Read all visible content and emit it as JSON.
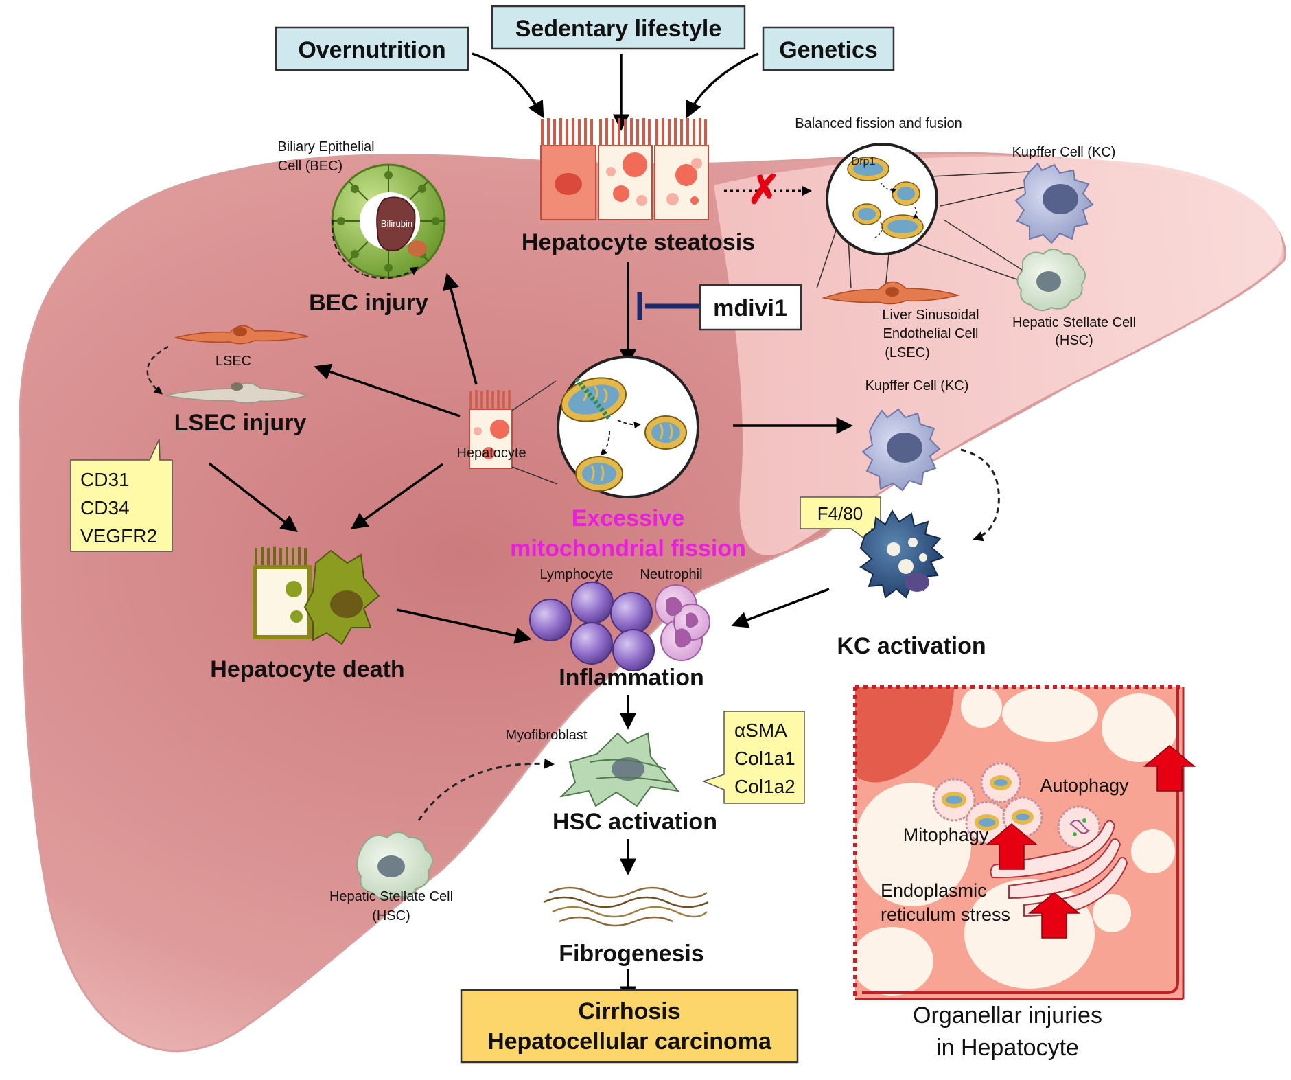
{
  "causes": {
    "overnutrition": "Overnutrition",
    "sedentary": "Sedentary lifestyle",
    "genetics": "Genetics"
  },
  "balanced": {
    "caption": "Balanced fission and fusion",
    "drp1": "Drp1",
    "kc": "Kupffer Cell (KC)",
    "hsc_line1": "Hepatic Stellate Cell",
    "hsc_line2": "(HSC)",
    "lsec_line1": "Liver Sinusoidal",
    "lsec_line2": "Endothelial Cell",
    "lsec_line3": "(LSEC)"
  },
  "steatosis": {
    "label": "Hepatocyte steatosis"
  },
  "inhibitor": {
    "label": "mdivi1"
  },
  "bec": {
    "caption_line1": "Biliary Epithelial",
    "caption_line2": "Cell (BEC)",
    "bilirubin": "Bilirubin",
    "injury": "BEC injury"
  },
  "lsec": {
    "caption": "LSEC",
    "injury": "LSEC injury",
    "markers": [
      "CD31",
      "CD34",
      "VEGFR2"
    ]
  },
  "hepatocyte": {
    "label": "Hepatocyte"
  },
  "fission": {
    "line1": "Excessive",
    "line2": "mitochondrial fission"
  },
  "kc": {
    "caption": "Kupffer Cell (KC)",
    "marker": "F4/80",
    "activation": "KC activation"
  },
  "death": {
    "label": "Hepatocyte death"
  },
  "inflammation": {
    "label": "Inflammation",
    "lymphocyte": "Lymphocyte",
    "neutrophil": "Neutrophil"
  },
  "hsc": {
    "myofibroblast": "Myofibroblast",
    "markers": [
      "αSMA",
      "Col1a1",
      "Col1a2"
    ],
    "activation": "HSC activation",
    "quiescent_line1": "Hepatic Stellate Cell",
    "quiescent_line2": "(HSC)"
  },
  "fibrogenesis": {
    "label": "Fibrogenesis"
  },
  "outcome": {
    "line1": "Cirrhosis",
    "line2": "Hepatocellular carcinoma"
  },
  "organelle": {
    "autophagy": "Autophagy",
    "mitophagy": "Mitophagy",
    "er_line1": "Endoplasmic",
    "er_line2": "reticulum stress",
    "title_line1": "Organellar injuries",
    "title_line2": "in Hepatocyte"
  },
  "colors": {
    "liver_dark": "#dc8c8c",
    "liver_light": "#f6cccb",
    "cause_box": "#cfe8ee",
    "note_box": "#fffaa8",
    "outcome_box": "#fcd56b",
    "fission_text": "#e81fe0",
    "inhibitor": "#1a2a6e",
    "mito_outer": "#e5b84a",
    "mito_inner": "#6fa6c8",
    "up_arrow": "#e60012"
  }
}
